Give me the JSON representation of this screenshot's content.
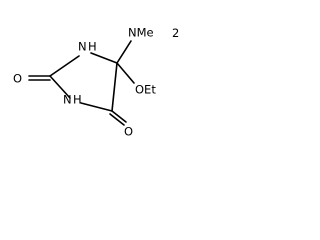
{
  "molecule": {
    "atoms": {
      "nh_top": "N",
      "nh_top_h": "H",
      "nh_bottom": "N",
      "nh_bottom_h": "H",
      "nme2_base": "NMe",
      "nme2_count": "2",
      "oet": "OEt",
      "o_left": "O",
      "o_right": "O"
    }
  }
}
